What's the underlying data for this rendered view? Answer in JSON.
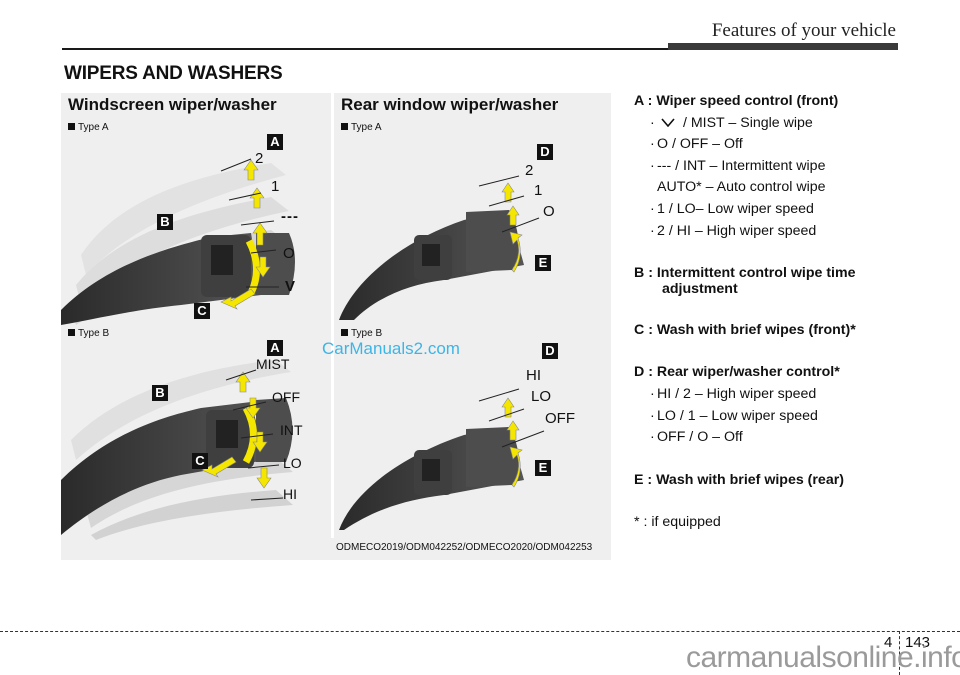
{
  "header": {
    "chapter_title": "Features of your vehicle",
    "section_title": "WIPERS AND WASHERS"
  },
  "figure": {
    "windscreen": {
      "title": "Windscreen wiper/washer",
      "type_a": {
        "label": "Type A",
        "tags": [
          "A",
          "B",
          "C"
        ],
        "positions": [
          "2",
          "1",
          "---",
          "O",
          "V"
        ]
      },
      "type_b": {
        "label": "Type B",
        "tags": [
          "A",
          "B",
          "C"
        ],
        "positions": [
          "MIST",
          "OFF",
          "INT",
          "LO",
          "HI"
        ]
      }
    },
    "rear": {
      "title": "Rear window wiper/washer",
      "type_a": {
        "label": "Type A",
        "tags": [
          "D",
          "E"
        ],
        "positions": [
          "2",
          "1",
          "O"
        ]
      },
      "type_b": {
        "label": "Type B",
        "tags": [
          "D",
          "E"
        ],
        "positions": [
          "HI",
          "LO",
          "OFF"
        ]
      }
    },
    "watermark": "CarManuals2.com",
    "image_code": "ODMECO2019/ODM042252/ODMECO2020/ODM042253",
    "arrow_color": "#f5e600"
  },
  "description": {
    "a": {
      "heading": "A : Wiper speed control (front)",
      "items": [
        " / MIST – Single wipe",
        "O / OFF – Off",
        "--- / INT – Intermittent wipe",
        "1 / LO– Low wiper speed",
        "2 / HI – High wiper speed"
      ],
      "continuation": "AUTO* – Auto control wipe"
    },
    "b": {
      "heading": "B : Intermittent control wipe time",
      "heading_cont": "adjustment"
    },
    "c": {
      "heading": "C : Wash with brief wipes (front)*"
    },
    "d": {
      "heading": "D : Rear wiper/washer control*",
      "items": [
        "HI / 2 – High wiper speed",
        "LO / 1 – Low wiper speed",
        "OFF / O – Off"
      ]
    },
    "e": {
      "heading": "E : Wash with brief wipes (rear)"
    },
    "footnote": "* : if equipped"
  },
  "footer": {
    "chapter": "4",
    "page": "143",
    "watermark": "carmanualsonline.info"
  }
}
